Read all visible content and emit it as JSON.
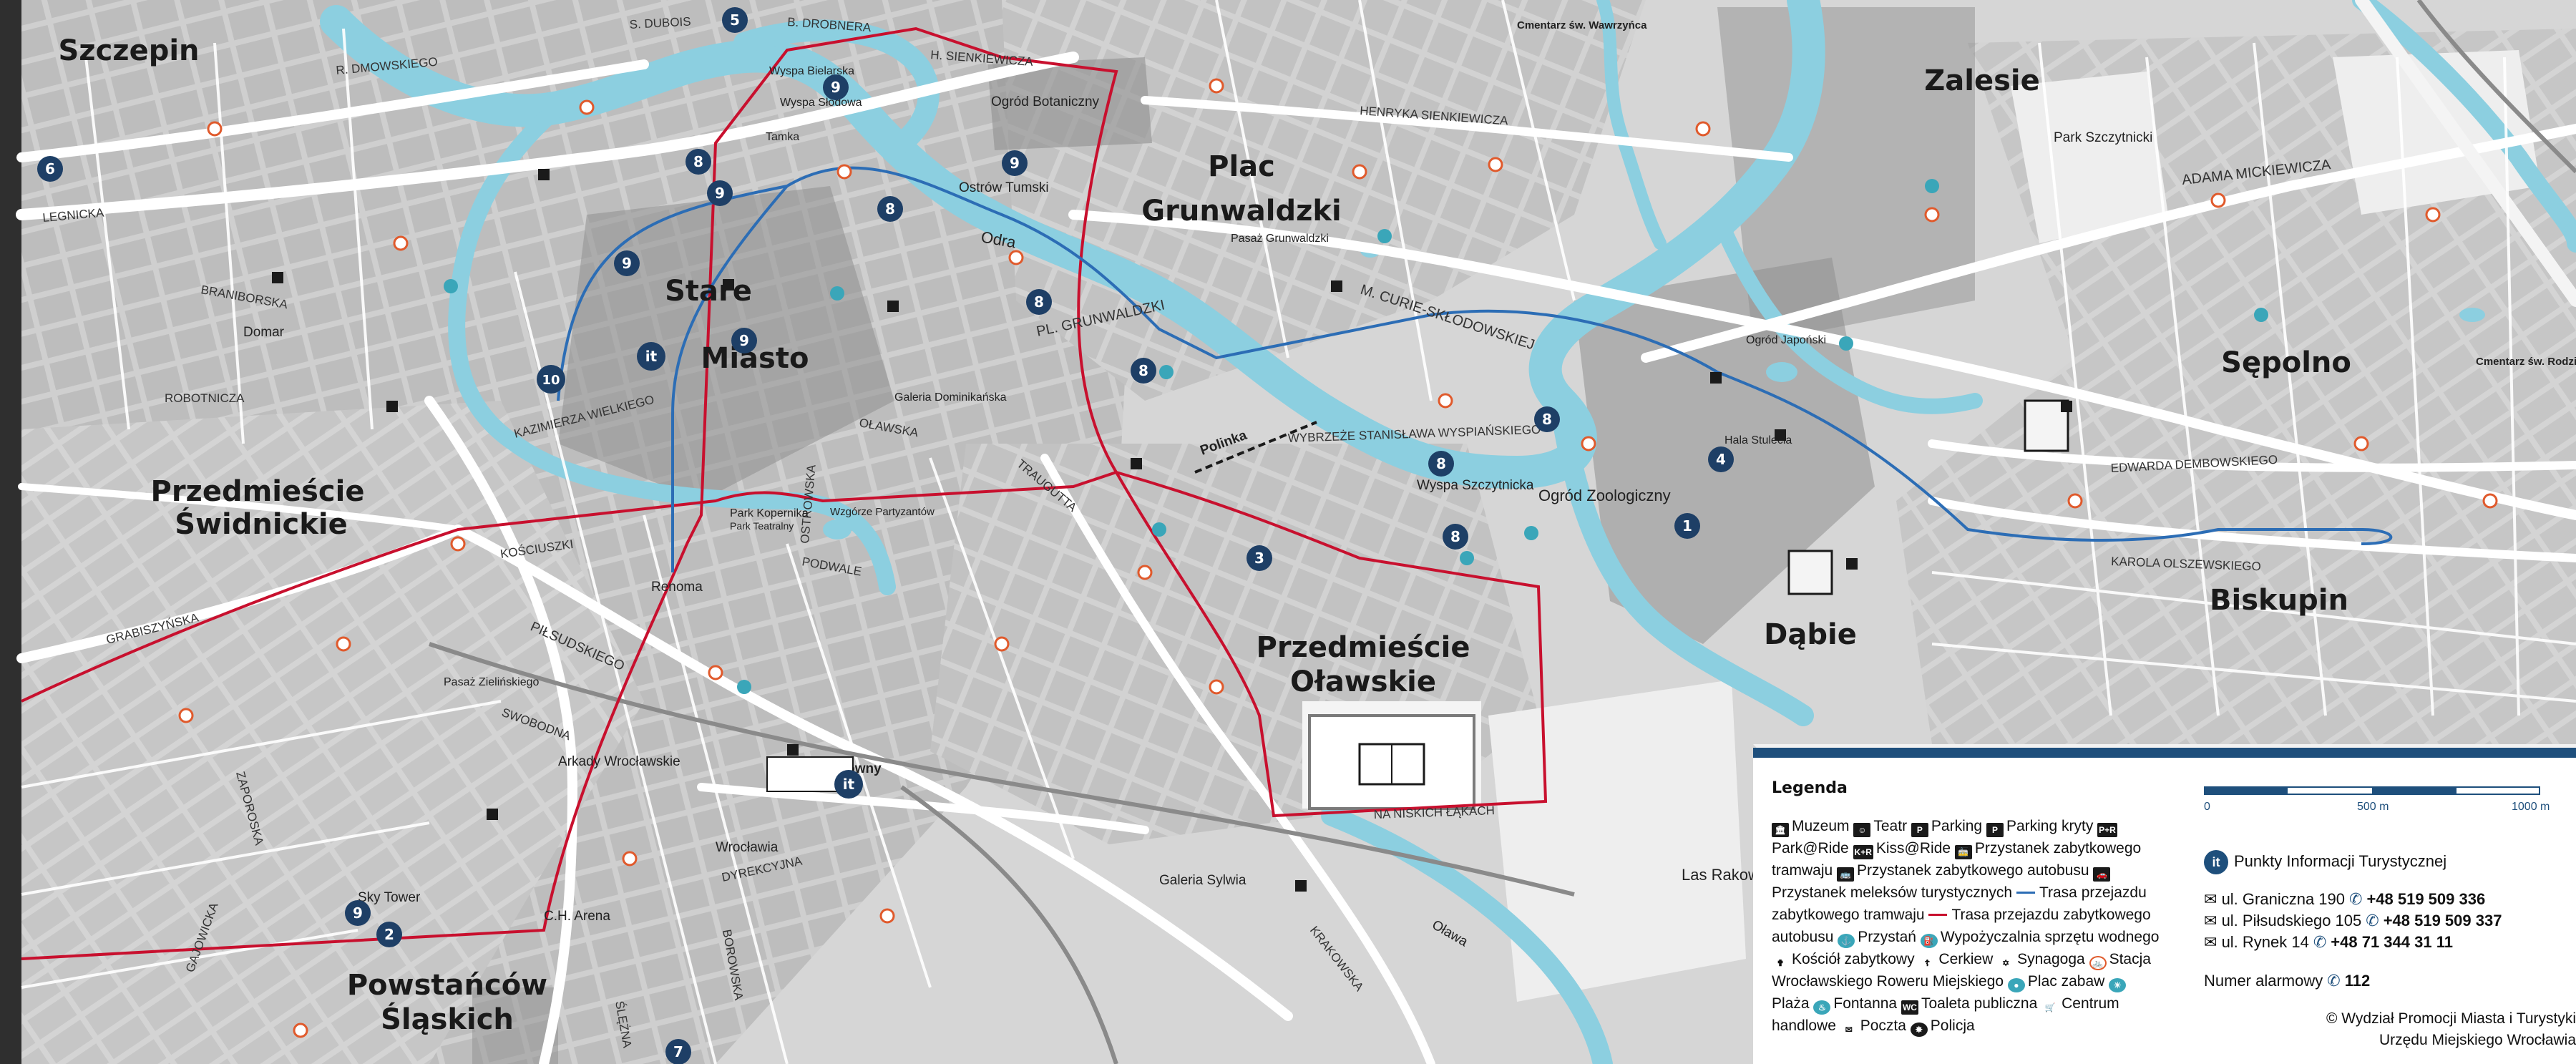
{
  "map": {
    "districts": [
      {
        "name": "Szczepin",
        "lines": [
          "Szczepin"
        ]
      },
      {
        "name": "Stare Miasto",
        "lines": [
          "Stare",
          "Miasto"
        ]
      },
      {
        "name": "Plac Grunwaldzki",
        "lines": [
          "Plac",
          "Grunwaldzki"
        ]
      },
      {
        "name": "Zalesie",
        "lines": [
          "Zalesie"
        ]
      },
      {
        "name": "Sępolno",
        "lines": [
          "Sępolno"
        ]
      },
      {
        "name": "Przedmieście Świdnickie",
        "lines": [
          "Przedmieście",
          "Świdnickie"
        ]
      },
      {
        "name": "Przedmieście Oławskie",
        "lines": [
          "Przedmieście",
          "Oławskie"
        ]
      },
      {
        "name": "Dąbie",
        "lines": [
          "Dąbie"
        ]
      },
      {
        "name": "Biskupin",
        "lines": [
          "Biskupin"
        ]
      },
      {
        "name": "Powstańców Śląskich",
        "lines": [
          "Powstańców",
          "Śląskich"
        ]
      }
    ],
    "streets": [
      "R. DMOWSKIEGO",
      "LEGNICKA",
      "S. DUBOIS",
      "B. DROBNERA",
      "H. SIENKIEWICZA",
      "HENRYKA SIENKIEWICZA",
      "ADAMA MICKIEWICZA",
      "M. CURIE-SKŁODOWSKIEJ",
      "PL. GRUNWALDZKI",
      "KAZIMIERZA WIELKIEGO",
      "OŁAWSKA",
      "WYBRZEŻE STANISŁAWA WYSPIAŃSKIEGO",
      "EDWARDA DEMBOWSKIEGO",
      "KAROLA OLSZEWSKIEGO",
      "PIŁSUDSKIEGO",
      "GRABISZYŃSKA",
      "KOŚCIUSZKI",
      "SWOBODNA",
      "PODWALE",
      "NA NISKICH ŁĄKACH",
      "KRAKOWSKA",
      "TRAUGUTTA",
      "ŚLĘŻNA",
      "BOROWSKA",
      "GAJOWICKA",
      "DYREKCYJNA",
      "ROBOTNICZA",
      "BRANIBORSKA",
      "ZAPOROSKA",
      "OSTROWSKA"
    ],
    "places": [
      "Park Szczytnicki",
      "Ogród Botaniczny",
      "Wyspa Bielarska",
      "Wyspa Słodowa",
      "Tamka",
      "Ostrów Tumski",
      "Odra",
      "Ogród Japoński",
      "Hala Stulecia",
      "Ogród Zoologiczny",
      "Wyspa Szczytnicka",
      "Domar",
      "Renoma",
      "Galeria Dominikańska",
      "Park Kopernika",
      "Arkady Wrocławskie",
      "Pasaż Zielińskiego",
      "Wrocław Główny",
      "Wrocławia",
      "C.H. Arena",
      "Sky Tower",
      "Galeria Sylwia",
      "Pasaż Grunwaldzki",
      "Las Rakowiecki",
      "Polinka",
      "Oława",
      "Park Teatralny",
      "Wzgórze Partyzantów",
      "Park Szczytnicki",
      "Cmentarz św. Wawrzyńca",
      "Cmentarz św. Rodziny"
    ],
    "markers": [
      "1",
      "2",
      "3",
      "4",
      "5",
      "6",
      "7",
      "8",
      "9",
      "10",
      "it"
    ]
  },
  "legend": {
    "title": "Legenda",
    "items": [
      {
        "icon": "museum-icon",
        "label": "Muzeum"
      },
      {
        "icon": "theatre-icon",
        "label": "Teatr"
      },
      {
        "icon": "parking-icon",
        "label": "Parking"
      },
      {
        "icon": "parking-covered-icon",
        "label": "Parking kryty"
      },
      {
        "icon": "park-ride-icon",
        "label": "Park@Ride"
      },
      {
        "icon": "kiss-ride-icon",
        "label": "Kiss@Ride"
      },
      {
        "icon": "historic-tram-stop-icon",
        "label": "Przystanek zabytkowego tramwaju"
      },
      {
        "icon": "historic-bus-stop-icon",
        "label": "Przystanek zabytkowego autobusu"
      },
      {
        "icon": "tourist-car-stop-icon",
        "label": "Przystanek meleksów turystycznych"
      },
      {
        "icon": "tram-route-line",
        "label": "Trasa przejazdu zabytkowego tramwaju"
      },
      {
        "icon": "bus-route-line",
        "label": "Trasa przejazdu zabytkowego autobusu"
      },
      {
        "icon": "pier-icon",
        "label": "Przystań"
      },
      {
        "icon": "water-rental-icon",
        "label": "Wypożyczalnia sprzętu wodnego"
      },
      {
        "icon": "church-icon",
        "label": "Kościół zabytkowy"
      },
      {
        "icon": "orthodox-church-icon",
        "label": "Cerkiew"
      },
      {
        "icon": "synagogue-icon",
        "label": "Synagoga"
      },
      {
        "icon": "bike-station-icon",
        "label": "Stacja Wrocławskiego Roweru Miejskiego"
      },
      {
        "icon": "playground-icon",
        "label": "Plac zabaw"
      },
      {
        "icon": "beach-icon",
        "label": "Plaża"
      },
      {
        "icon": "fountain-icon",
        "label": "Fontanna"
      },
      {
        "icon": "toilet-icon",
        "label": "Toaleta publiczna"
      },
      {
        "icon": "shopping-icon",
        "label": "Centrum handlowe"
      },
      {
        "icon": "post-icon",
        "label": "Poczta"
      },
      {
        "icon": "police-icon",
        "label": "Policja"
      }
    ],
    "scale": {
      "labels": [
        "0",
        "500 m",
        "1000 m"
      ]
    },
    "tourist_info": {
      "title": "Punkty Informacji Turystycznej",
      "offices": [
        {
          "address": "ul. Graniczna 190",
          "phone": "+48 519 509 336"
        },
        {
          "address": "ul. Piłsudskiego 105",
          "phone": "+48 519 509 337"
        },
        {
          "address": "ul. Rynek 14",
          "phone": "+48 71 344 31 11"
        }
      ],
      "emergency_label": "Numer alarmowy",
      "emergency_number": "112"
    },
    "copyright": [
      "© Wydział Promocji Miasta i Turystyki",
      "Urzędu Miejskiego Wrocławia"
    ]
  }
}
